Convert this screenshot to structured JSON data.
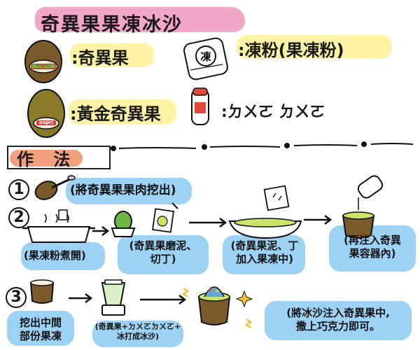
{
  "title": "奇異果果凍冰沙",
  "ingredients": {
    "kiwi": "奇異果",
    "jelly_powder": "凍粉(果凍粉)",
    "golden_kiwi": "黃金奇異果",
    "yakult": "ㄉㄨㄛ ㄉㄨㄛ"
  },
  "can_labels": {
    "brand": "espri"
  },
  "method_title": "作 法",
  "steps": {
    "s1_num": "1",
    "s1_text": "(將奇異果果肉挖出)",
    "s2_num": "2",
    "s2a_line1": "(果凍粉煮開)",
    "s2b_line1": "(奇異果磨泥、",
    "s2b_line2": "切丁)",
    "s2c_line1": "(奇異果泥、丁",
    "s2c_line2": "加入果凍中)",
    "s2d_line1": "(再注入奇異",
    "s2d_line2": "果容器內)",
    "s3_num": "3",
    "s3a_line1": "挖出中間",
    "s3a_line2": "部份果凍",
    "s3b_line1": "(奇異果+ㄉㄨㄛㄉㄨㄛ+",
    "s3b_line2": "冰打成冰沙)",
    "s3c_line1": "(將冰沙注入奇異果中,",
    "s3c_line2": "撒上巧克力即可。"
  },
  "colors": {
    "title_highlight": "#f2a7c8",
    "ingredient_highlight": "#fff3a6",
    "method_highlight": "#f3a07e",
    "step_highlight": "#9cd3f5",
    "kiwi_brown": "#7a5a2a",
    "golden_kiwi": "#8a7a2a"
  }
}
